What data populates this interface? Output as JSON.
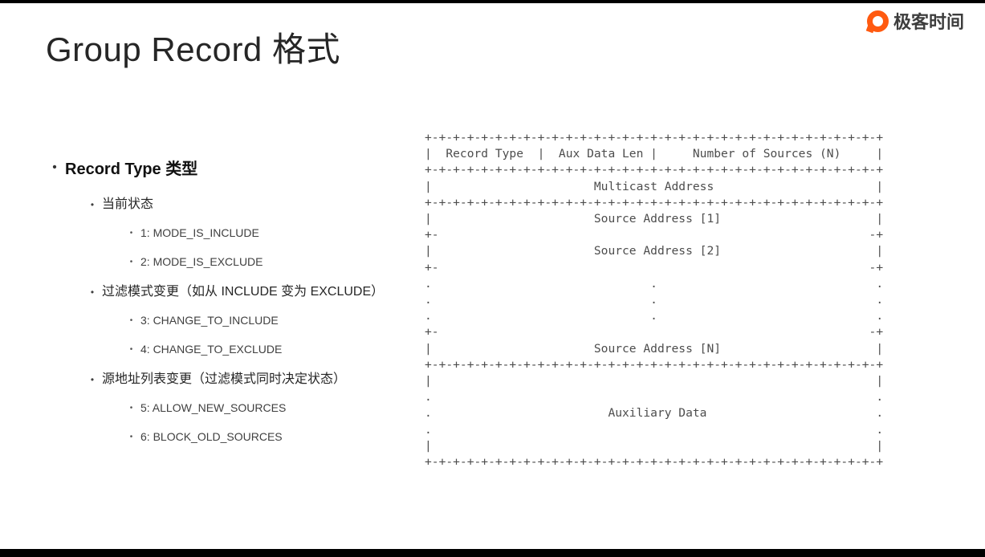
{
  "page": {
    "title": "Group Record 格式",
    "brand": "极客时间"
  },
  "list": {
    "title": "Record Type 类型",
    "groups": [
      {
        "label": "当前状态",
        "children": [
          "1: MODE_IS_INCLUDE",
          "2: MODE_IS_EXCLUDE"
        ]
      },
      {
        "label": "过滤模式变更（如从 INCLUDE 变为 EXCLUDE）",
        "children": [
          "3: CHANGE_TO_INCLUDE",
          "4: CHANGE_TO_EXCLUDE"
        ]
      },
      {
        "label": "源地址列表变更（过滤模式同时决定状态）",
        "children": [
          "5: ALLOW_NEW_SOURCES",
          "6: BLOCK_OLD_SOURCES"
        ]
      }
    ]
  },
  "diagram": {
    "ascii": [
      "+-+-+-+-+-+-+-+-+-+-+-+-+-+-+-+-+-+-+-+-+-+-+-+-+-+-+-+-+-+-+-+-+",
      "|  Record Type  |  Aux Data Len |     Number of Sources (N)     |",
      "+-+-+-+-+-+-+-+-+-+-+-+-+-+-+-+-+-+-+-+-+-+-+-+-+-+-+-+-+-+-+-+-+",
      "|                       Multicast Address                       |",
      "+-+-+-+-+-+-+-+-+-+-+-+-+-+-+-+-+-+-+-+-+-+-+-+-+-+-+-+-+-+-+-+-+",
      "|                       Source Address [1]                      |",
      "+-                                                             -+",
      "|                       Source Address [2]                      |",
      "+-                                                             -+",
      ".                               .                               .",
      ".                               .                               .",
      ".                               .                               .",
      "+-                                                             -+",
      "|                       Source Address [N]                      |",
      "+-+-+-+-+-+-+-+-+-+-+-+-+-+-+-+-+-+-+-+-+-+-+-+-+-+-+-+-+-+-+-+-+",
      "|                                                               |",
      ".                                                               .",
      ".                         Auxiliary Data                        .",
      ".                                                               .",
      "|                                                               |",
      "+-+-+-+-+-+-+-+-+-+-+-+-+-+-+-+-+-+-+-+-+-+-+-+-+-+-+-+-+-+-+-+-+"
    ]
  }
}
